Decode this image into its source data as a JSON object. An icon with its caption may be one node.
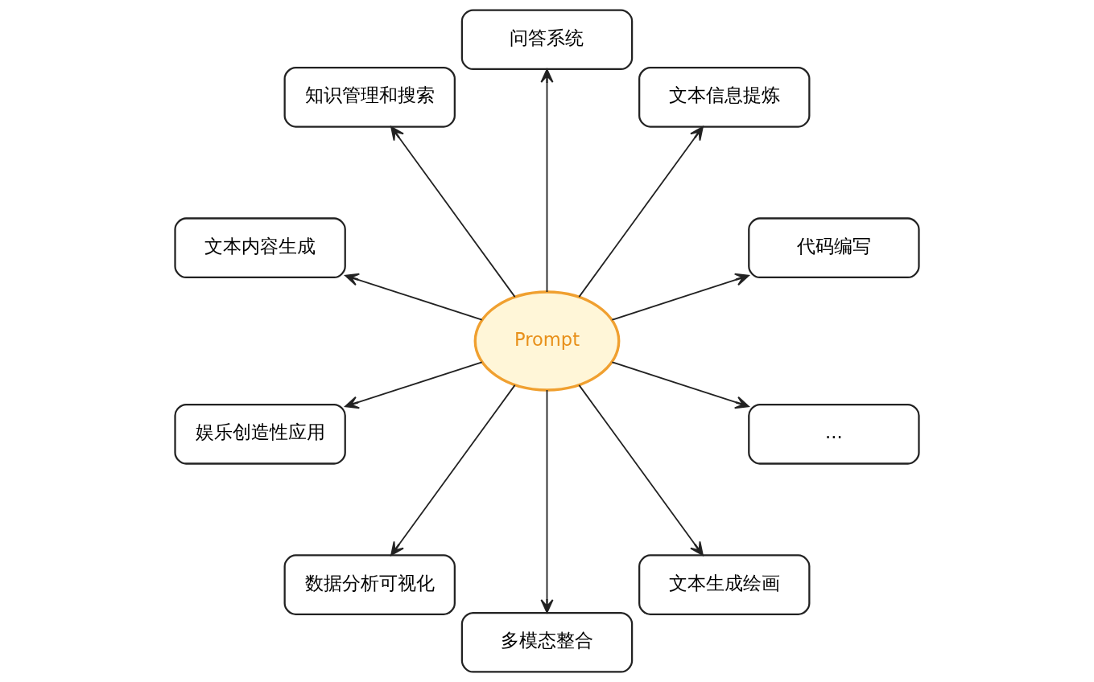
{
  "diagram": {
    "nodes": [
      {
        "text": [
          "Prompt"
        ]
      },
      {
        "text": [
          "代码编写"
        ]
      },
      {
        "text": [
          "文本信息提炼"
        ]
      },
      {
        "text": [
          "问答系统"
        ]
      },
      {
        "text": [
          "知识管理和搜索"
        ]
      },
      {
        "text": [
          "文本内容生成"
        ]
      },
      {
        "text": [
          "娱乐创造性应用"
        ]
      },
      {
        "text": [
          "数据分析可视化"
        ]
      },
      {
        "text": [
          "多模态整合"
        ]
      },
      {
        "text": [
          "文本生成绘画"
        ]
      },
      {
        "text": [
          "..."
        ]
      }
    ],
    "edges": [
      {
        "from": 0,
        "to": 1,
        "arrow": "to"
      },
      {
        "from": 0,
        "to": 2,
        "arrow": "to"
      },
      {
        "from": 0,
        "to": 4,
        "arrow": "to"
      },
      {
        "from": 0,
        "to": 6,
        "arrow": "to"
      },
      {
        "from": 0,
        "to": 8,
        "arrow": "to"
      },
      {
        "from": 0,
        "to": 10,
        "arrow": "to"
      },
      {
        "from": 0,
        "to": 9,
        "arrow": "to"
      },
      {
        "from": 0,
        "to": 7,
        "arrow": "to"
      },
      {
        "from": 0,
        "to": 5,
        "arrow": "to"
      },
      {
        "from": 0,
        "to": 3,
        "arrow": "to"
      }
    ]
  }
}
